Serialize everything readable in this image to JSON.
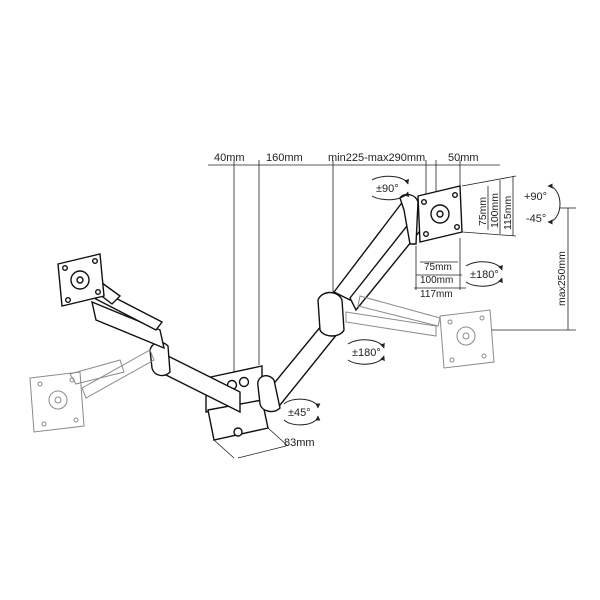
{
  "diagram": {
    "top_dimensions": {
      "wall_plate_offset": "40mm",
      "arm_segment": "160mm",
      "extension_range": "min225-max290mm",
      "head_offset": "50mm"
    },
    "vesa": {
      "h75": "75mm",
      "h100": "100mm",
      "h117": "117mm",
      "v75": "75mm",
      "v100": "100mm",
      "v115": "115mm"
    },
    "rotation_labels": {
      "top_rotation": "±90°",
      "head_swivel": "±180°",
      "arm_swivel": "±180°",
      "base_swivel": "±45°"
    },
    "tilt": {
      "up": "+90°",
      "down": "-45°"
    },
    "height": {
      "max_height": "max250mm"
    },
    "depth": {
      "base_depth": "83mm"
    }
  }
}
